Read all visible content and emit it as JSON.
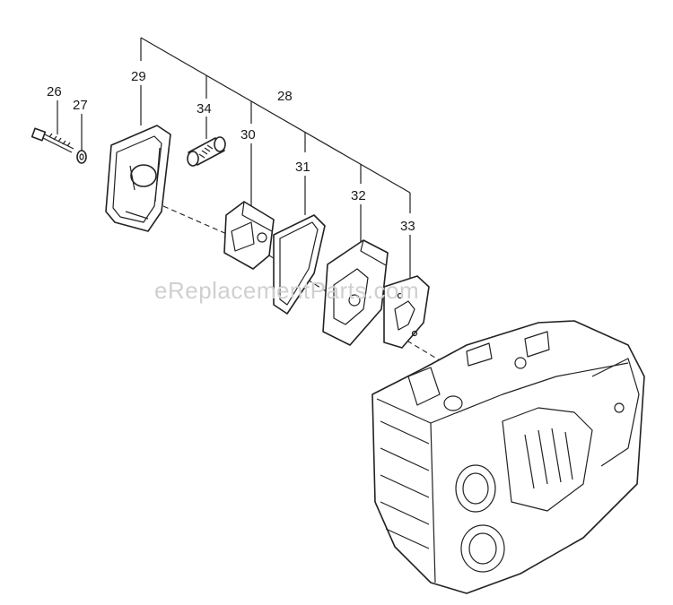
{
  "watermark": "eReplacementParts.com",
  "labels": {
    "p26": "26",
    "p27": "27",
    "p28": "28",
    "p29": "29",
    "p30": "30",
    "p31": "31",
    "p32": "32",
    "p33": "33",
    "p34": "34"
  }
}
